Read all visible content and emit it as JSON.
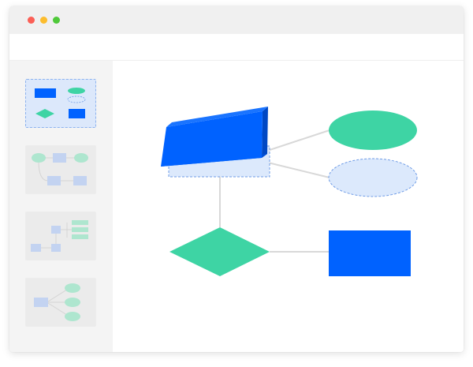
{
  "window": {
    "controls": [
      "close",
      "minimize",
      "maximize"
    ]
  },
  "sidebar": {
    "thumbnails": [
      {
        "template": "mixed-shapes",
        "selected": true
      },
      {
        "template": "flow-chart",
        "selected": false
      },
      {
        "template": "tree-list",
        "selected": false
      },
      {
        "template": "mind-map",
        "selected": false
      }
    ]
  },
  "canvas": {
    "shapes": [
      "tilted-rectangle",
      "ellipse-green",
      "ellipse-dashed",
      "diamond",
      "rectangle"
    ]
  },
  "colors": {
    "primary_blue": "#0062ff",
    "dark_blue": "#0050d8",
    "green": "#3ed4a4",
    "light_blue": "#dce9fc",
    "dashed_border": "#6f9ce6",
    "connector": "#d8d8d8",
    "thumb_blue": "#c3d3f1",
    "thumb_green": "#aee6cf"
  }
}
